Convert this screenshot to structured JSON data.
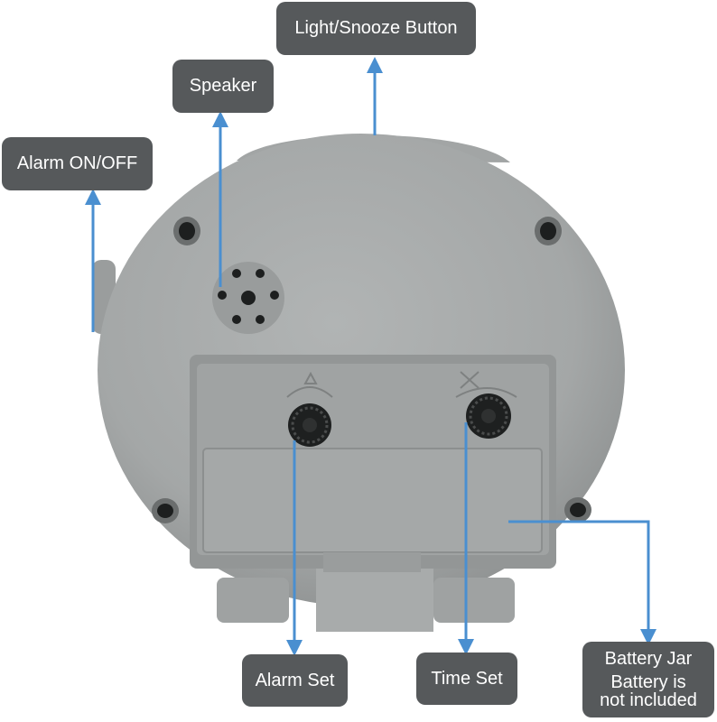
{
  "labels": {
    "light_snooze": "Light/Snooze Button",
    "speaker": "Speaker",
    "alarm_on_off": "Alarm ON/OFF",
    "alarm_set": "Alarm Set",
    "time_set": "Time Set",
    "battery_jar": "Battery Jar",
    "battery_note_line1": "Battery is",
    "battery_note_line2": "not included"
  },
  "colors": {
    "label_bg": "#56595b",
    "arrow": "#4a8fd0",
    "body": "#a3a6a6"
  }
}
